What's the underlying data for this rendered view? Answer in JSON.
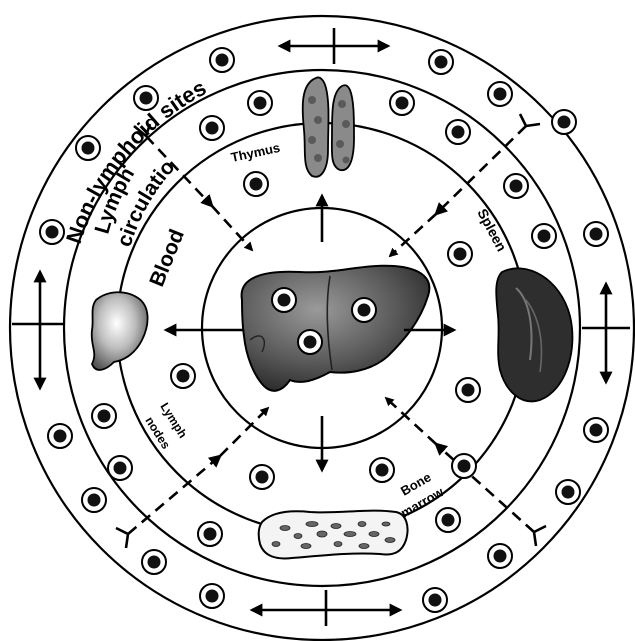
{
  "labels": {
    "outer": "Non-lymphoid sites",
    "lymph_circulation_line1": "Lymph",
    "lymph_circulation_line2": "circulation",
    "blood": "Blood",
    "thymus": "Thymus",
    "spleen": "Spleen",
    "lymph_nodes_line1": "Lymph",
    "lymph_nodes_line2": "nodes",
    "bone_marrow_line1": "Bone",
    "bone_marrow_line2": "marrow"
  },
  "colors": {
    "ink": "#000000",
    "organ_dark": "#3a3a3a",
    "organ_mid": "#7a7a7a",
    "bone": "#f2f2f2"
  },
  "icons": [
    "liver-organ",
    "thymus-organ",
    "spleen-organ",
    "lymph-node-organ",
    "bone-marrow-section",
    "lymphocyte-cell"
  ]
}
